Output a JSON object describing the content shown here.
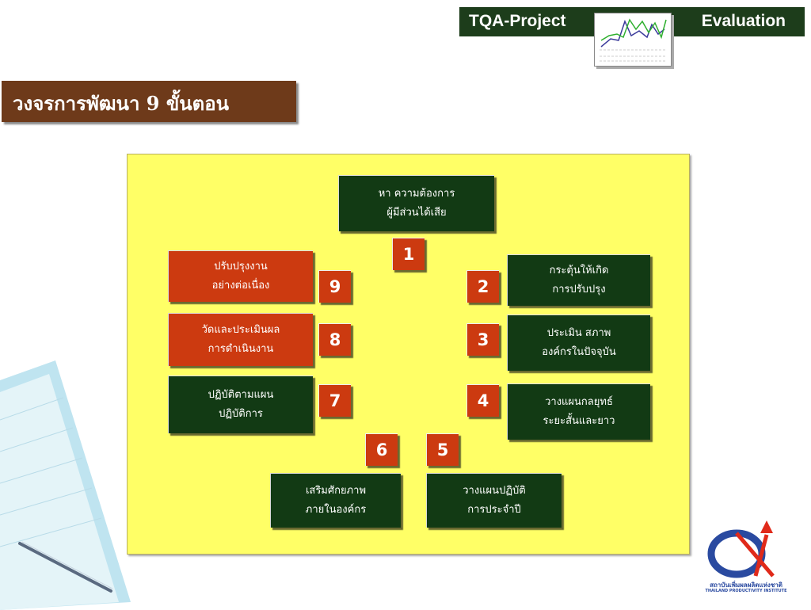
{
  "header": {
    "left_label": "TQA-Project",
    "right_label": "Evaluation"
  },
  "title": "วงจรการพัฒนา   9 ขั้นตอน",
  "steps": [
    {
      "num": "1",
      "line1": "หา ความต้องการ",
      "line2": "ผู้มีส่วนได้เสีย",
      "color": "#123a14"
    },
    {
      "num": "2",
      "line1": "กระตุ้นให้เกิด",
      "line2": "การปรับปรุง",
      "color": "#123a14"
    },
    {
      "num": "3",
      "line1": "ประเมิน สภาพ",
      "line2": "องค์กรในปัจจุบัน",
      "color": "#123a14"
    },
    {
      "num": "4",
      "line1": "วางแผนกลยุทธ์",
      "line2": "ระยะสั้นและยาว",
      "color": "#123a14"
    },
    {
      "num": "5",
      "line1": "วางแผนปฏิบัติ",
      "line2": "การประจำปี",
      "color": "#123a14"
    },
    {
      "num": "6",
      "line1": "เสริมศักยภาพ",
      "line2": "ภายในองค์กร",
      "color": "#123a14"
    },
    {
      "num": "7",
      "line1": "ปฏิบัติตามแผน",
      "line2": "ปฏิบัติการ",
      "color": "#123a14"
    },
    {
      "num": "8",
      "line1": "วัดและประเมินผล",
      "line2": "การดำเนินงาน",
      "color": "#cc3a10"
    },
    {
      "num": "9",
      "line1": "ปรับปรุงงาน",
      "line2": "อย่างต่อเนื่อง",
      "color": "#cc3a10"
    }
  ],
  "logo": {
    "name_th": "สถาบันเพิ่มผลผลิตแห่งชาติ",
    "name_en": "THAILAND PRODUCTIVITY INSTITUTE"
  },
  "colors": {
    "header_bg": "#1d3d1b",
    "title_bg": "#6e3a1a",
    "panel_bg": "#ffff66",
    "step_green": "#123a14",
    "step_red": "#cc3a10"
  }
}
